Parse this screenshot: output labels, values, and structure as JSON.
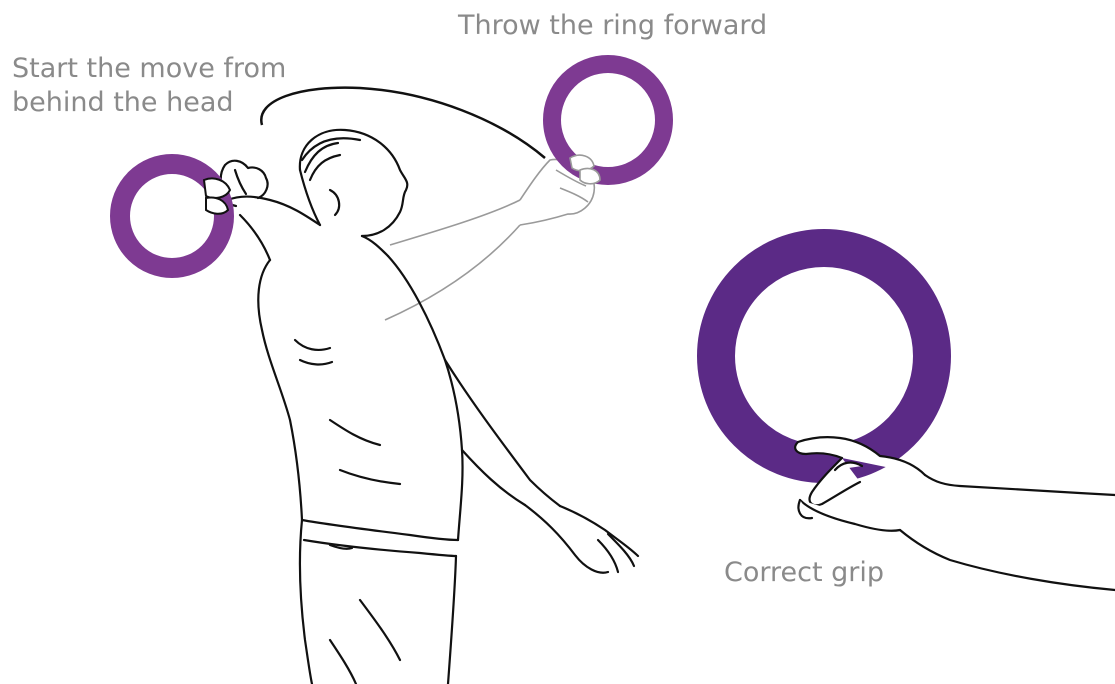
{
  "labels": {
    "start_line1": "Start the move from",
    "start_line2": "behind the head",
    "throw": "Throw the ring forward",
    "grip": "Correct grip"
  },
  "colors": {
    "ring_light": "#7e3a92",
    "ring_dark": "#5b2a86",
    "ink": "#111111",
    "ghost_ink": "#9a9a9a",
    "label": "#8a8a8a"
  }
}
